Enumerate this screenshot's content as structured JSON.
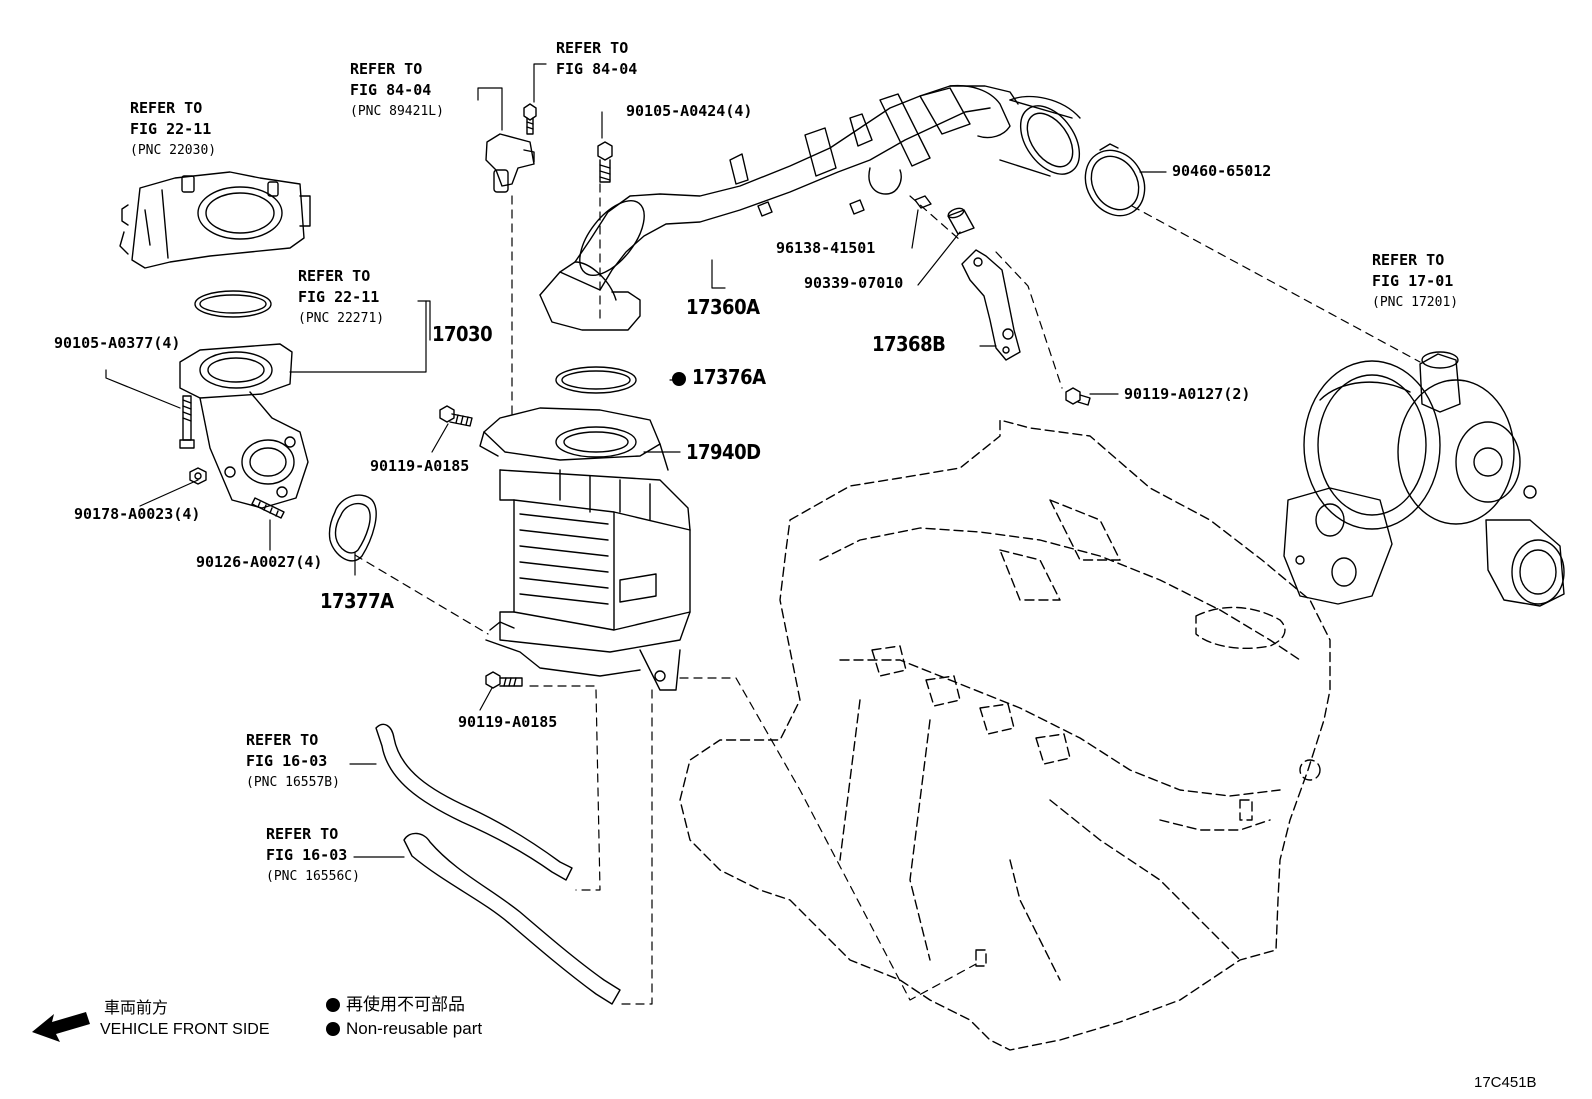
{
  "refs": {
    "throttle": {
      "l1": "REFER TO",
      "l2": "FIG 22-11",
      "l3": "(PNC 22030)"
    },
    "gasket": {
      "l1": "REFER TO",
      "l2": "FIG 22-11",
      "l3": "(PNC 22271)"
    },
    "sensor": {
      "l1": "REFER TO",
      "l2": "FIG 84-04",
      "l3": "(PNC 89421L)"
    },
    "bolt_top": {
      "l1": "REFER TO",
      "l2": "FIG 84-04"
    },
    "turbo": {
      "l1": "REFER TO",
      "l2": "FIG 17-01",
      "l3": "(PNC 17201)"
    },
    "hose1": {
      "l1": "REFER TO",
      "l2": "FIG 16-03",
      "l3": "(PNC 16557B)"
    },
    "hose2": {
      "l1": "REFER TO",
      "l2": "FIG 16-03",
      "l3": "(PNC 16556C)"
    }
  },
  "parts": {
    "p17030": "17030",
    "p90105_a0377": "90105-A0377(4)",
    "p90178": "90178-A0023(4)",
    "p90126": "90126-A0027(4)",
    "p17377a": "17377A",
    "p90119_mid": "90119-A0185",
    "p90119_low": "90119-A0185",
    "p90105_a0424": "90105-A0424(4)",
    "p17360a": "17360A",
    "p17376a": "17376A",
    "p17940d": "17940D",
    "p96138": "96138-41501",
    "p90339": "90339-07010",
    "p17368b": "17368B",
    "p90119_a0127": "90119-A0127(2)",
    "p90460": "90460-65012"
  },
  "legend": {
    "front_jp": "車両前方",
    "front_en": "VEHICLE FRONT SIDE",
    "nonreuse_jp": "再使用不可部品",
    "nonreuse_en": "Non-reusable part"
  },
  "figure_id": "17C451B"
}
